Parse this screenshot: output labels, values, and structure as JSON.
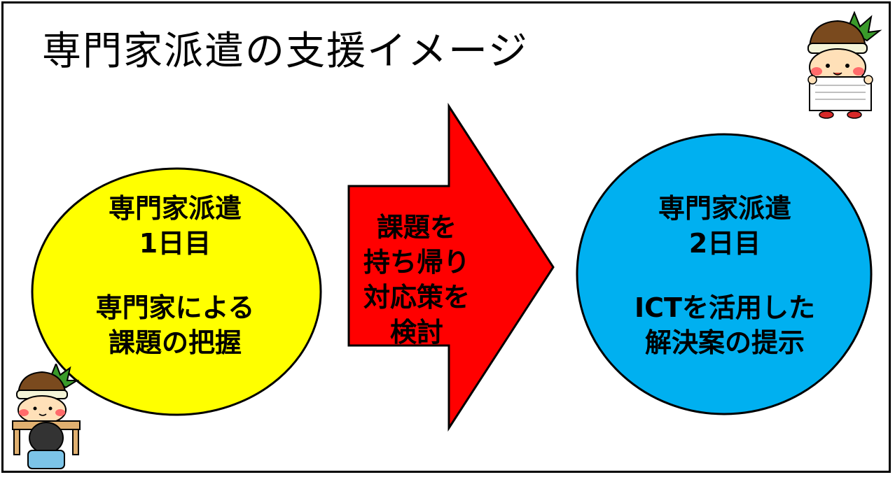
{
  "title": "専門家派遣の支援イメージ",
  "left_circle": {
    "line1": "専門家派遣",
    "line2": "1日目",
    "line3": "専門家による",
    "line4": "課題の把握"
  },
  "arrow": {
    "line1": "課題を",
    "line2": "持ち帰り",
    "line3": "対応策を",
    "line4": "検討"
  },
  "right_circle": {
    "line1": "専門家派遣",
    "line2": "2日目",
    "line3": "ICTを活用した",
    "line4": "解決案の提示"
  },
  "colors": {
    "left_circle": "#ffff00",
    "arrow": "#ff0000",
    "right_circle": "#00b0f0"
  },
  "icons": [
    "mascot-with-sign-icon",
    "mascot-at-desk-icon"
  ]
}
